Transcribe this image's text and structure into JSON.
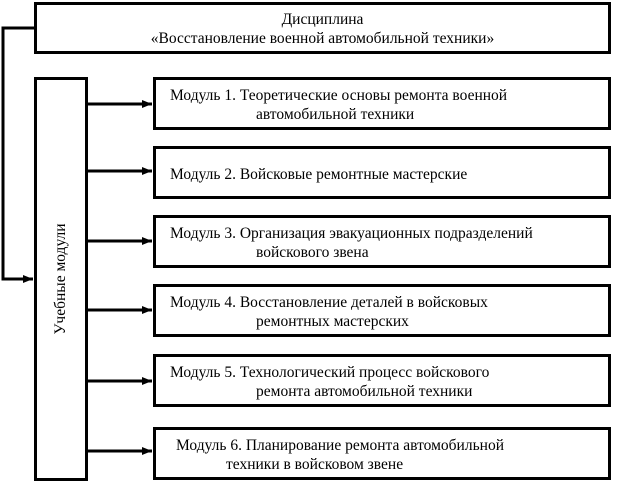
{
  "discipline": {
    "line1": "Дисциплина",
    "line2": "«Восстановление военной автомобильной техники»"
  },
  "side_label": "Учебные модули",
  "modules": [
    {
      "line1": "Модуль 1. Теоретические основы ремонта военной",
      "line2": "автомобильной техники"
    },
    {
      "line1": "Модуль 2. Войсковые ремонтные мастерские",
      "line2": ""
    },
    {
      "line1": "Модуль 3. Организация эвакуационных подразделений",
      "line2": "войскового звена"
    },
    {
      "line1": "Модуль 4. Восстановление деталей в войсковых",
      "line2": "ремонтных мастерских"
    },
    {
      "line1": "Модуль 5. Технологический процесс войскового",
      "line2": "ремонта автомобильной техники"
    },
    {
      "line1": "Модуль 6. Планирование ремонта автомобильной",
      "line2": "техники в войсковом звене"
    }
  ]
}
